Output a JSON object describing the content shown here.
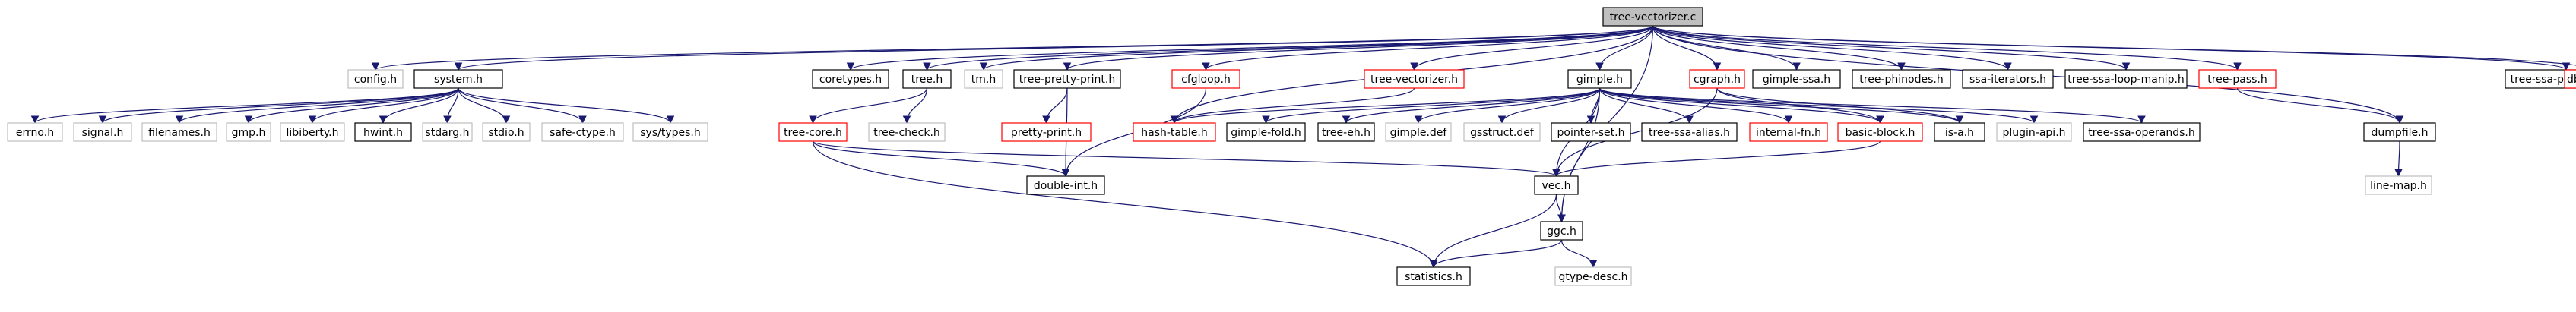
{
  "graph": {
    "style": {
      "edge_color": "#191970",
      "root_fill": "#bfbfbf",
      "doc_border": "#000000",
      "truncated_border": "#ff0000",
      "external_border": "#bfbfbf"
    },
    "nodes": [
      {
        "id": "root",
        "label": "tree-vectorizer.c",
        "kind": "root"
      },
      {
        "id": "config",
        "label": "config.h",
        "kind": "external"
      },
      {
        "id": "system",
        "label": "system.h",
        "kind": "doc"
      },
      {
        "id": "coretypes",
        "label": "coretypes.h",
        "kind": "doc"
      },
      {
        "id": "tree",
        "label": "tree.h",
        "kind": "doc"
      },
      {
        "id": "tm",
        "label": "tm.h",
        "kind": "external"
      },
      {
        "id": "treepp",
        "label": "tree-pretty-print.h",
        "kind": "doc"
      },
      {
        "id": "cfgloop",
        "label": "cfgloop.h",
        "kind": "truncated"
      },
      {
        "id": "treevect",
        "label": "tree-vectorizer.h",
        "kind": "truncated"
      },
      {
        "id": "gimple",
        "label": "gimple.h",
        "kind": "doc"
      },
      {
        "id": "cgraph",
        "label": "cgraph.h",
        "kind": "truncated"
      },
      {
        "id": "gimplessa",
        "label": "gimple-ssa.h",
        "kind": "doc"
      },
      {
        "id": "treephinodes",
        "label": "tree-phinodes.h",
        "kind": "doc"
      },
      {
        "id": "ssaiter",
        "label": "ssa-iterators.h",
        "kind": "doc"
      },
      {
        "id": "treessaloop",
        "label": "tree-ssa-loop-manip.h",
        "kind": "doc"
      },
      {
        "id": "treepass",
        "label": "tree-pass.h",
        "kind": "truncated"
      },
      {
        "id": "treessaprop",
        "label": "tree-ssa-propagate.h",
        "kind": "doc"
      },
      {
        "id": "dbgcnt",
        "label": "dbgcnt.h",
        "kind": "truncated"
      },
      {
        "id": "errno",
        "label": "errno.h",
        "kind": "external"
      },
      {
        "id": "signal",
        "label": "signal.h",
        "kind": "external"
      },
      {
        "id": "filenames",
        "label": "filenames.h",
        "kind": "external"
      },
      {
        "id": "gmp",
        "label": "gmp.h",
        "kind": "external"
      },
      {
        "id": "libiberty",
        "label": "libiberty.h",
        "kind": "external"
      },
      {
        "id": "hwint",
        "label": "hwint.h",
        "kind": "doc"
      },
      {
        "id": "stdarg",
        "label": "stdarg.h",
        "kind": "external"
      },
      {
        "id": "stdio",
        "label": "stdio.h",
        "kind": "external"
      },
      {
        "id": "safectype",
        "label": "safe-ctype.h",
        "kind": "external"
      },
      {
        "id": "systypes",
        "label": "sys/types.h",
        "kind": "external"
      },
      {
        "id": "treecore",
        "label": "tree-core.h",
        "kind": "truncated"
      },
      {
        "id": "treecheck",
        "label": "tree-check.h",
        "kind": "external"
      },
      {
        "id": "prettyprint",
        "label": "pretty-print.h",
        "kind": "truncated"
      },
      {
        "id": "hashtable",
        "label": "hash-table.h",
        "kind": "truncated"
      },
      {
        "id": "gimplefold",
        "label": "gimple-fold.h",
        "kind": "doc"
      },
      {
        "id": "treeeh",
        "label": "tree-eh.h",
        "kind": "doc"
      },
      {
        "id": "gimpledef",
        "label": "gimple.def",
        "kind": "external"
      },
      {
        "id": "gsstruct",
        "label": "gsstruct.def",
        "kind": "external"
      },
      {
        "id": "pointerset",
        "label": "pointer-set.h",
        "kind": "doc"
      },
      {
        "id": "treessaalias",
        "label": "tree-ssa-alias.h",
        "kind": "doc"
      },
      {
        "id": "internalfn",
        "label": "internal-fn.h",
        "kind": "truncated"
      },
      {
        "id": "basicblock",
        "label": "basic-block.h",
        "kind": "truncated"
      },
      {
        "id": "isa",
        "label": "is-a.h",
        "kind": "doc"
      },
      {
        "id": "pluginapi",
        "label": "plugin-api.h",
        "kind": "external"
      },
      {
        "id": "treessaop",
        "label": "tree-ssa-operands.h",
        "kind": "doc"
      },
      {
        "id": "dumpfile",
        "label": "dumpfile.h",
        "kind": "doc"
      },
      {
        "id": "doubleint",
        "label": "double-int.h",
        "kind": "doc"
      },
      {
        "id": "vec",
        "label": "vec.h",
        "kind": "doc"
      },
      {
        "id": "linemap",
        "label": "line-map.h",
        "kind": "external"
      },
      {
        "id": "ggc",
        "label": "ggc.h",
        "kind": "doc"
      },
      {
        "id": "statistics",
        "label": "statistics.h",
        "kind": "doc"
      },
      {
        "id": "gtypedesc",
        "label": "gtype-desc.h",
        "kind": "external"
      }
    ],
    "edges": [
      [
        "root",
        "config"
      ],
      [
        "root",
        "system"
      ],
      [
        "root",
        "coretypes"
      ],
      [
        "root",
        "tree"
      ],
      [
        "root",
        "tm"
      ],
      [
        "root",
        "treepp"
      ],
      [
        "root",
        "cfgloop"
      ],
      [
        "root",
        "treevect"
      ],
      [
        "root",
        "gimple"
      ],
      [
        "root",
        "cgraph"
      ],
      [
        "root",
        "gimplessa"
      ],
      [
        "root",
        "treephinodes"
      ],
      [
        "root",
        "ssaiter"
      ],
      [
        "root",
        "treessaloop"
      ],
      [
        "root",
        "treepass"
      ],
      [
        "root",
        "treessaprop"
      ],
      [
        "root",
        "dbgcnt"
      ],
      [
        "root",
        "hashtable"
      ],
      [
        "root",
        "dumpfile"
      ],
      [
        "root",
        "ggc"
      ],
      [
        "system",
        "errno"
      ],
      [
        "system",
        "signal"
      ],
      [
        "system",
        "filenames"
      ],
      [
        "system",
        "gmp"
      ],
      [
        "system",
        "libiberty"
      ],
      [
        "system",
        "hwint"
      ],
      [
        "system",
        "stdarg"
      ],
      [
        "system",
        "stdio"
      ],
      [
        "system",
        "safectype"
      ],
      [
        "system",
        "systypes"
      ],
      [
        "tree",
        "treecore"
      ],
      [
        "tree",
        "treecheck"
      ],
      [
        "treepp",
        "prettyprint"
      ],
      [
        "treepp",
        "doubleint"
      ],
      [
        "cfgloop",
        "doubleint"
      ],
      [
        "treevect",
        "hashtable"
      ],
      [
        "treecore",
        "doubleint"
      ],
      [
        "treecore",
        "vec"
      ],
      [
        "treecore",
        "statistics"
      ],
      [
        "gimple",
        "hashtable"
      ],
      [
        "gimple",
        "gimplefold"
      ],
      [
        "gimple",
        "treeeh"
      ],
      [
        "gimple",
        "gimpledef"
      ],
      [
        "gimple",
        "gsstruct"
      ],
      [
        "gimple",
        "pointerset"
      ],
      [
        "gimple",
        "treessaalias"
      ],
      [
        "gimple",
        "internalfn"
      ],
      [
        "gimple",
        "basicblock"
      ],
      [
        "gimple",
        "isa"
      ],
      [
        "gimple",
        "pluginapi"
      ],
      [
        "gimple",
        "treessaop"
      ],
      [
        "gimple",
        "vec"
      ],
      [
        "gimple",
        "ggc"
      ],
      [
        "cgraph",
        "basicblock"
      ],
      [
        "cgraph",
        "isa"
      ],
      [
        "cgraph",
        "vec"
      ],
      [
        "treepass",
        "dumpfile"
      ],
      [
        "dumpfile",
        "linemap"
      ],
      [
        "basicblock",
        "vec"
      ],
      [
        "vec",
        "ggc"
      ],
      [
        "vec",
        "statistics"
      ],
      [
        "ggc",
        "statistics"
      ],
      [
        "ggc",
        "gtypedesc"
      ]
    ]
  }
}
